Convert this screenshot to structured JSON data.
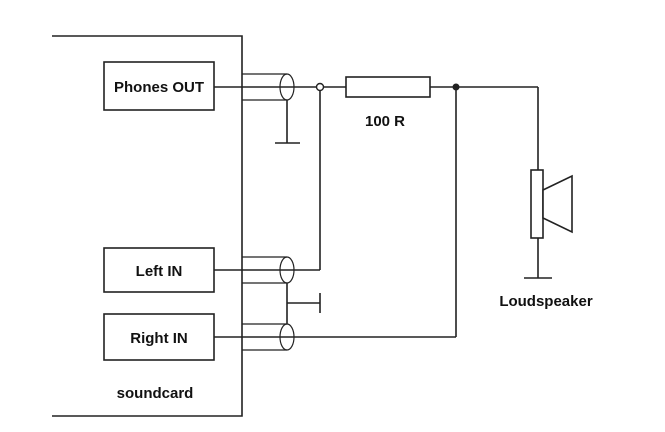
{
  "labels": {
    "phones_out": "Phones OUT",
    "left_in": "Left IN",
    "right_in": "Right IN",
    "soundcard": "soundcard",
    "resistor": "100 R",
    "loudspeaker": "Loudspeaker"
  }
}
